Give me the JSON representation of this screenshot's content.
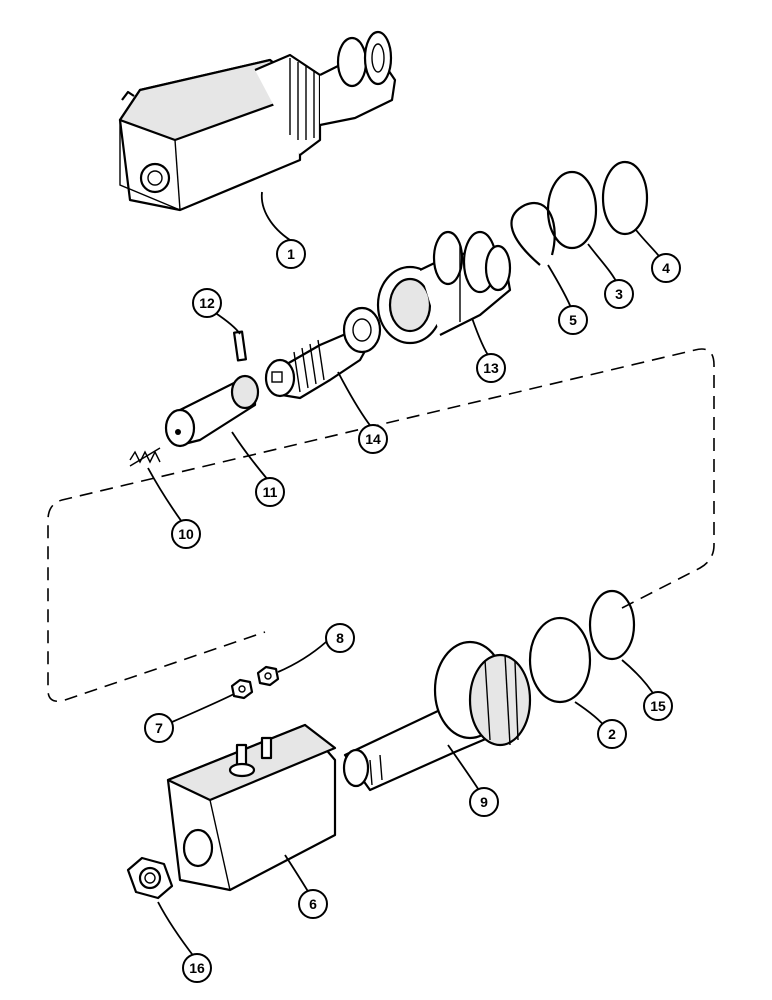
{
  "callouts": [
    {
      "id": "1",
      "label": "1"
    },
    {
      "id": "2",
      "label": "2"
    },
    {
      "id": "3",
      "label": "3"
    },
    {
      "id": "4",
      "label": "4"
    },
    {
      "id": "5",
      "label": "5"
    },
    {
      "id": "6",
      "label": "6"
    },
    {
      "id": "7",
      "label": "7"
    },
    {
      "id": "8",
      "label": "8"
    },
    {
      "id": "9",
      "label": "9"
    },
    {
      "id": "10",
      "label": "10"
    },
    {
      "id": "11",
      "label": "11"
    },
    {
      "id": "12",
      "label": "12"
    },
    {
      "id": "13",
      "label": "13"
    },
    {
      "id": "14",
      "label": "14"
    },
    {
      "id": "15",
      "label": "15"
    },
    {
      "id": "16",
      "label": "16"
    }
  ],
  "icons": {
    "solenoid_coil_top": "solenoid-coil-icon",
    "solenoid_coil_bottom": "solenoid-coil-icon",
    "valve_cartridge": "valve-cartridge-icon",
    "seal_rings": "o-ring-icon",
    "snap_ring": "snap-ring-icon",
    "plunger": "plunger-icon",
    "spring": "spring-icon",
    "pin": "pin-icon",
    "nut": "hex-nut-icon",
    "tube_stem": "solenoid-tube-icon"
  },
  "colors": {
    "ink": "#000000",
    "paper": "#ffffff",
    "shade": "#d8d8d8",
    "dark": "#2a2a2a"
  }
}
